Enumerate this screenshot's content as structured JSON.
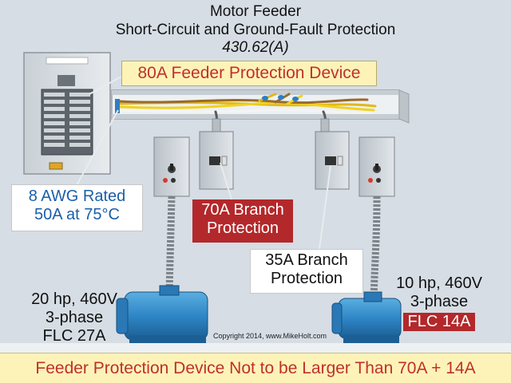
{
  "title": {
    "line1": "Motor Feeder",
    "line2": "Short-Circuit and Ground-Fault Protection",
    "line3": "430.62(A)"
  },
  "labels": {
    "feeder_device": "80A Feeder Protection Device",
    "conductor_line1": "8 AWG Rated",
    "conductor_line2": "50A at 75°C",
    "branch70_line1": "70A Branch",
    "branch70_line2": "Protection",
    "branch35_line1": "35A Branch",
    "branch35_line2": "Protection"
  },
  "motor_left": {
    "line1": "20 hp, 460V",
    "line2": "3-phase",
    "line3": "FLC 27A"
  },
  "motor_right": {
    "line1": "10 hp, 460V",
    "line2": "3-phase",
    "line3": "FLC 14A"
  },
  "copyright": "Copyright 2014, www.MikeHolt.com",
  "footer": "Feeder Protection Device Not to be Larger Than 70A + 14A",
  "colors": {
    "background": "#d6dde4",
    "label_red": "#c0302c",
    "label_blue": "#1a5fa8",
    "callout_fill": "#fdf3b8",
    "badge_red": "#b3282b",
    "motor_blue": "#2f86c6"
  }
}
